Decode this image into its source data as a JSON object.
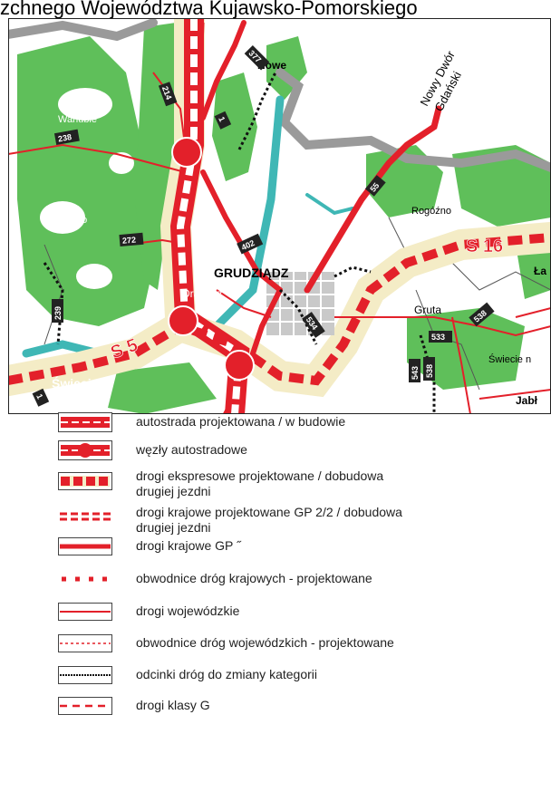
{
  "header": {
    "title": "zchnego Województwa Kujawsko-Pomorskiego"
  },
  "map": {
    "place_labels": {
      "nowe": "Nowe",
      "nowy_dwor": "Nowy Dwór",
      "gdanski": "Gdański",
      "warlubie": "Warlubie",
      "jezewo": "Jeżewo",
      "rogozno": "Rogóźno",
      "grudziadz": "GRUDZIĄDZ",
      "dragacz": "Dragacz",
      "gruta": "Gruta",
      "swiecie": "Świecie",
      "swiecie_n": "Świecie n",
      "jabl": "Jabł",
      "la": "Ła"
    },
    "road_numbers": {
      "r377": "377",
      "r214": "214",
      "r238": "238",
      "r1_north": "1",
      "r55": "55",
      "r272": "272",
      "r402": "402",
      "r534": "534",
      "r538": "538",
      "r239": "239",
      "r533": "533",
      "r543": "543",
      "r538b": "538",
      "r1_south": "1"
    },
    "expressway_labels": {
      "s16": "S 16",
      "s5": "S 5"
    },
    "colors": {
      "forest": "#5fbf5a",
      "road_red": "#e3202a",
      "river": "#3fb7b5",
      "border_gray": "#9a9a9a",
      "corridor": "#f4ecc6"
    }
  },
  "legend": {
    "items": [
      {
        "label": "autostrada projektowana / w budowie"
      },
      {
        "label": "węzły autostradowe"
      },
      {
        "label": "drogi ekspresowe projektowane / dobudowa",
        "label2": "drugiej jezdni"
      },
      {
        "label": "drogi krajowe projektowane GP 2/2 / dobudowa",
        "label2": "drugiej jezdni"
      },
      {
        "label": "drogi krajowe GP ˝"
      },
      {
        "label": "obwodnice dróg krajowych - projektowane"
      },
      {
        "label": "drogi wojewódzkie"
      },
      {
        "label": "obwodnice dróg wojewódzkich - projektowane"
      },
      {
        "label": "odcinki dróg do zmiany kategorii"
      },
      {
        "label": "drogi klasy G"
      }
    ]
  }
}
